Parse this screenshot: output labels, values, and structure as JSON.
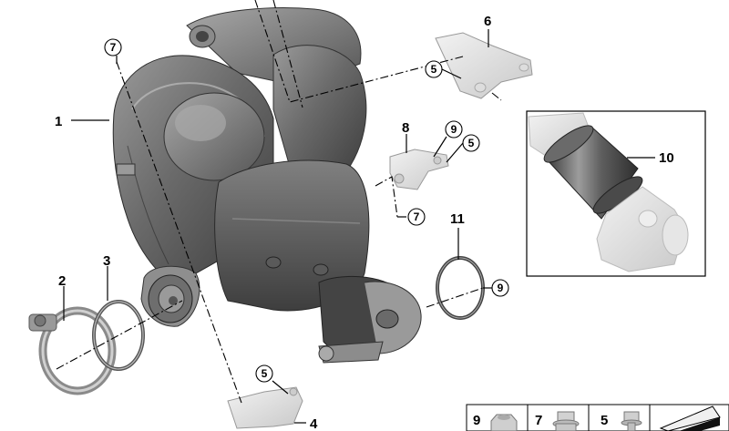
{
  "callouts": {
    "c1": "1",
    "c2": "2",
    "c3": "3",
    "c4": "4",
    "c5a": "5",
    "c5b": "5",
    "c5c": "5",
    "c6": "6",
    "c7a": "7",
    "c7b": "7",
    "c8": "8",
    "c9a": "9",
    "c9b": "9",
    "c10": "10",
    "c11": "11"
  },
  "legend": {
    "item1": "9",
    "item2": "7",
    "item3": "5"
  },
  "colors": {
    "part_dark": "#4a4a4a",
    "part_mid": "#7a7a7a",
    "part_light": "#b8b8b8",
    "line": "#000000",
    "legend_fill": "#e6e6e6"
  }
}
